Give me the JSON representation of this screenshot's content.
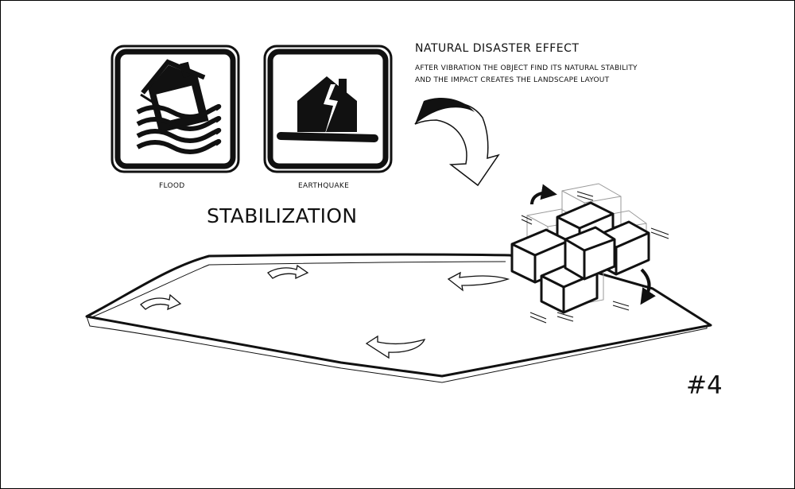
{
  "header": {
    "title": "NATURAL DISASTER EFFECT",
    "line1": "AFTER VIBRATION THE OBJECT FIND ITS NATURAL STABILITY",
    "line2": "AND THE IMPACT CREATES THE LANDSCAPE LAYOUT"
  },
  "icons": [
    {
      "label": "FLOOD",
      "icon": "flooded-house-icon"
    },
    {
      "label": "EARTHQUAKE",
      "icon": "cracked-house-icon"
    }
  ],
  "diagram": {
    "heading": "STABILIZATION",
    "number": "#4"
  },
  "colors": {
    "ink": "#111111",
    "ghost": "#9a9a9a",
    "background": "#ffffff"
  }
}
